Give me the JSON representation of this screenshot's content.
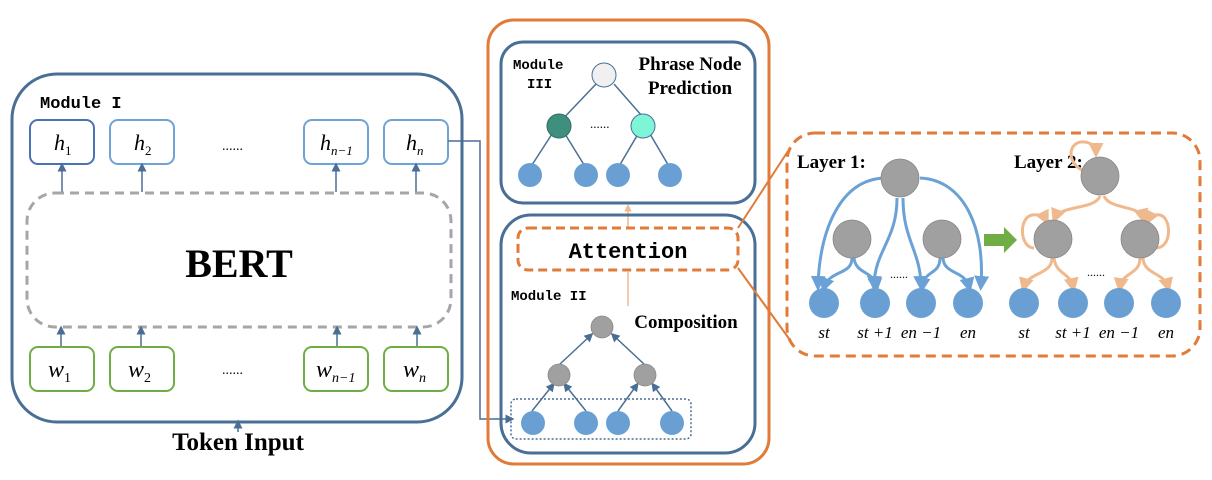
{
  "colors": {
    "module_border": "#4a6f95",
    "orange": "#e07b39",
    "orange_light": "#f0b98d",
    "h_box": "#6fa3d8",
    "h_box_first": "#4b72b5",
    "w_box": "#70ad47",
    "bert_dash": "#a6a6a6",
    "leaf_node": "#6a9fd4",
    "gray_node": "#a0a0a0",
    "root_node_light": "#f0f0f0",
    "dark_teal_node": "#3f8f7f",
    "light_teal_node": "#7ff5d8",
    "green_arrow": "#70ad47",
    "edge_blue": "#6aa1d6"
  },
  "module1": {
    "label": "Module I",
    "bert_label": "BERT",
    "ellipsis": "......",
    "hidden": [
      {
        "base": "h",
        "sub": "1"
      },
      {
        "base": "h",
        "sub": "2"
      },
      {
        "base": "h",
        "sub": "n−1"
      },
      {
        "base": "h",
        "sub": "n"
      }
    ],
    "tokens": [
      {
        "base": "w",
        "sub": "1"
      },
      {
        "base": "w",
        "sub": "2"
      },
      {
        "base": "w",
        "sub": "n−1"
      },
      {
        "base": "w",
        "sub": "n"
      }
    ],
    "input_label": "Token Input"
  },
  "module3": {
    "label_line1": "Module",
    "label_line2": "III",
    "title_line1": "Phrase Node",
    "title_line2": "Prediction",
    "ellipsis": "......"
  },
  "module2": {
    "attention_label": "Attention",
    "label": "Module II",
    "composition_label": "Composition"
  },
  "attention_detail": {
    "layer1_label": "Layer 1:",
    "layer2_label": "Layer 2:",
    "ellipsis": "......",
    "leaf_labels": [
      "st",
      "st +1",
      "en −1",
      "en"
    ]
  }
}
